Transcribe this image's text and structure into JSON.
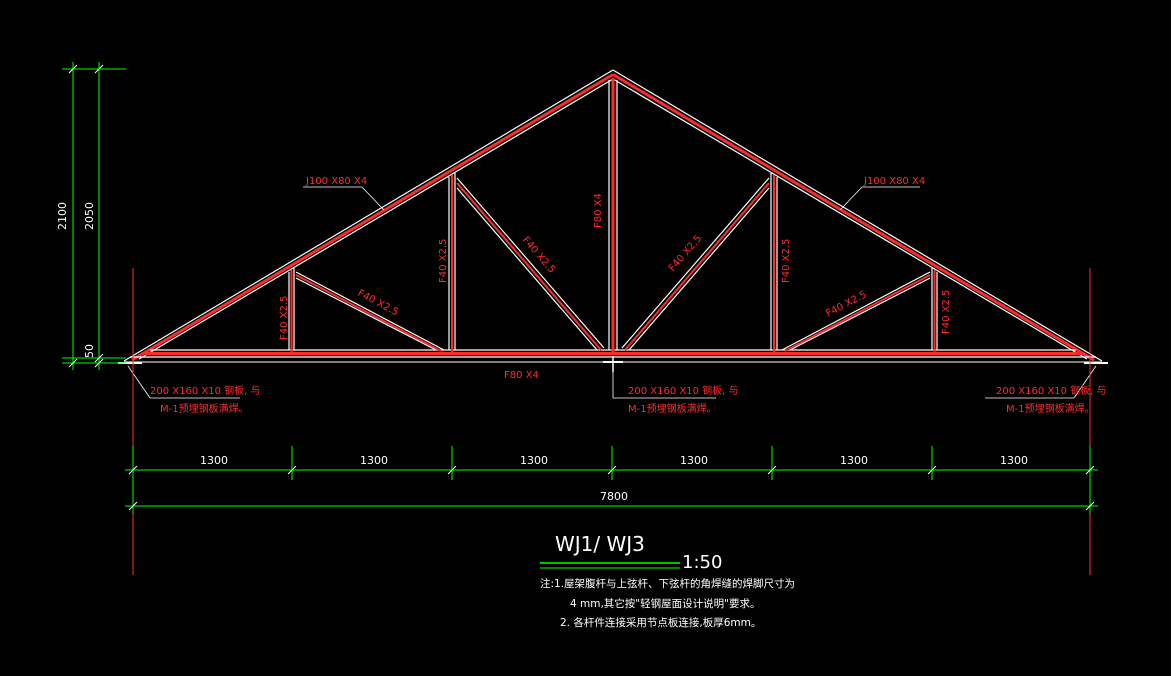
{
  "colors": {
    "background": "#000000",
    "member_outline": "#ffffff",
    "member_centerline": "#ff2b2b",
    "dimension_line": "#00ff00",
    "annotation": "#ff2b2b",
    "text": "#ffffff"
  },
  "drawing": {
    "title": "WJ1/ WJ3",
    "scale": "1:50"
  },
  "members": {
    "top_chord_left": "J100 X80 X4",
    "top_chord_right": "J100 X80 X4",
    "bottom_chord": "F80 X4",
    "king_post": "F80 X4",
    "vertical_1": "F40 X2.5",
    "vertical_2": "F40 X2.5",
    "vertical_4": "F40 X2.5",
    "vertical_5": "F40 X2.5",
    "diagonal_1": "F40 X2.5",
    "diagonal_2": "F40 X2.5",
    "diagonal_3": "F40 X2.5",
    "diagonal_4": "F40 X2.5"
  },
  "callouts": [
    {
      "line1": "200 X160 X10 钢板, 与",
      "line2": "M-1预埋钢板满焊。"
    },
    {
      "line1": "200 X160 X10 钢板, 与",
      "line2": "M-1预埋钢板满焊。"
    },
    {
      "line1": "200 X160 X10 钢板, 与",
      "line2": "M-1预埋钢板满焊。"
    }
  ],
  "dimensions": {
    "height_total": "2100",
    "height_main": "2050",
    "height_base": "50",
    "spans": [
      "1300",
      "1300",
      "1300",
      "1300",
      "1300",
      "1300"
    ],
    "overall": "7800"
  },
  "notes": {
    "line1": "注:1.屋架腹杆与上弦杆、下弦杆的角焊缝的焊脚尺寸为",
    "line2": "4 mm,其它按\"轻钢屋面设计说明\"要求。",
    "line3": "2. 各杆件连接采用节点板连接,板厚6mm。"
  }
}
